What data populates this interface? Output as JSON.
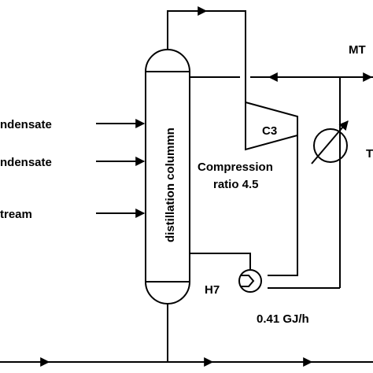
{
  "labels": {
    "feed_1": "ndensate",
    "feed_2": "ndensate",
    "feed_3": "tream",
    "column": "distillation colummn",
    "compressor": "C3",
    "compression_line1": "Compression",
    "compression_line2": "ratio 4.5",
    "heat_exchanger": "H7",
    "duty": "0.41 GJ/h",
    "product": "MT",
    "cooler_fragment": "T"
  },
  "colors": {
    "line": "#000000",
    "background": "#ffffff"
  }
}
